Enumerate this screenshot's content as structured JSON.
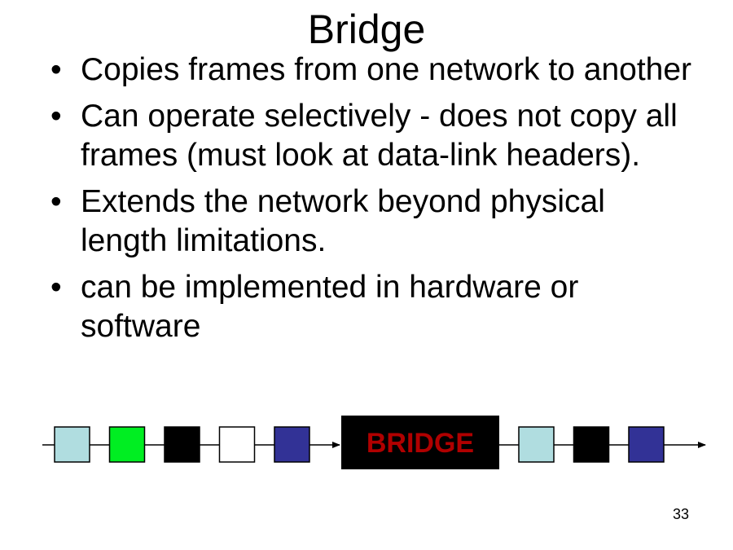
{
  "slide": {
    "title": "Bridge",
    "bullets": [
      "Copies frames from one network to another",
      "Can operate selectively - does not copy all frames (must look at data-link headers).",
      "Extends the network beyond physical length limitations.",
      "can be implemented in hardware or software"
    ],
    "bullet_glyph": "•",
    "page_number": "33"
  },
  "diagram": {
    "bridge_label": "BRIDGE",
    "bridge_label_color": "#b00000",
    "bridge_fill": "#000000",
    "frames_in": [
      "#b0dde0",
      "#00ee22",
      "#000000",
      "#ffffff",
      "#323296"
    ],
    "frames_out": [
      "#b0dde0",
      "#000000",
      "#323296"
    ]
  }
}
